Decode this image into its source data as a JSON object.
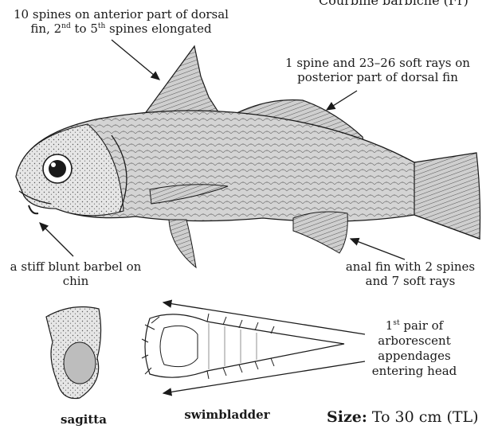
{
  "labels": {
    "dorsal_anterior_1": "10 spines on anterior part of dorsal",
    "dorsal_anterior_2a": "fin, 2",
    "dorsal_anterior_2_sup1": "nd",
    "dorsal_anterior_2b": " to 5",
    "dorsal_anterior_2_sup2": "th",
    "dorsal_anterior_2c": " spines elongated",
    "dorsal_posterior_1": "1 spine and 23–26 soft rays on",
    "dorsal_posterior_2": "posterior part of dorsal fin",
    "barbel_1": "a stiff blunt barbel on",
    "barbel_2": "chin",
    "anal_1": "anal fin with 2 spines",
    "anal_2": "and 7 soft rays",
    "appendage_1a": "1",
    "appendage_1_sup": "st",
    "appendage_1b": " pair of",
    "appendage_2": "arborescent",
    "appendage_3": "appendages",
    "appendage_4": "entering head",
    "sagitta": "sagitta",
    "swimbladder": "swimbladder",
    "size_label": "Size:",
    "size_value": " To 30 cm (TL)",
    "top_right_partial": "Courbine barbiche (Fr)"
  },
  "colors": {
    "ink": "#1a1a1a",
    "fish_fill": "#d9d9d9",
    "fin_fill": "#c8c8c8"
  }
}
